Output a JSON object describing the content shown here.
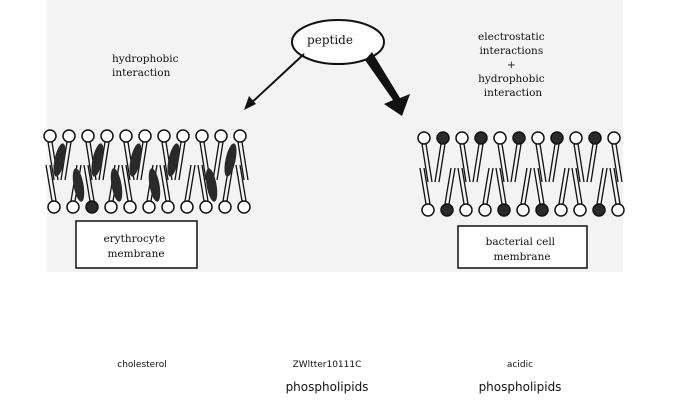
{
  "diagram": {
    "peptide": "peptide",
    "left_arrow_label": [
      "hydrophobic",
      "interaction"
    ],
    "right_arrow_label": [
      "electrostatic",
      "interactions",
      "+",
      "hydrophobic",
      "interaction"
    ],
    "left_membrane": [
      "erythrocyte",
      "membrane"
    ],
    "right_membrane": [
      "bacterial cell",
      "membrane"
    ]
  },
  "captions": {
    "cholesterol": "cholesterol",
    "zwitter": "ZWltter10111C",
    "zwitter_phospholipids": "phospholipids",
    "acidic": "acidic",
    "acidic_phospholipids": "phospholipids"
  },
  "colors": {
    "ink": "#111111",
    "background_panel": "#f3f3f3",
    "dark_lipid": "#2a2a2a"
  }
}
